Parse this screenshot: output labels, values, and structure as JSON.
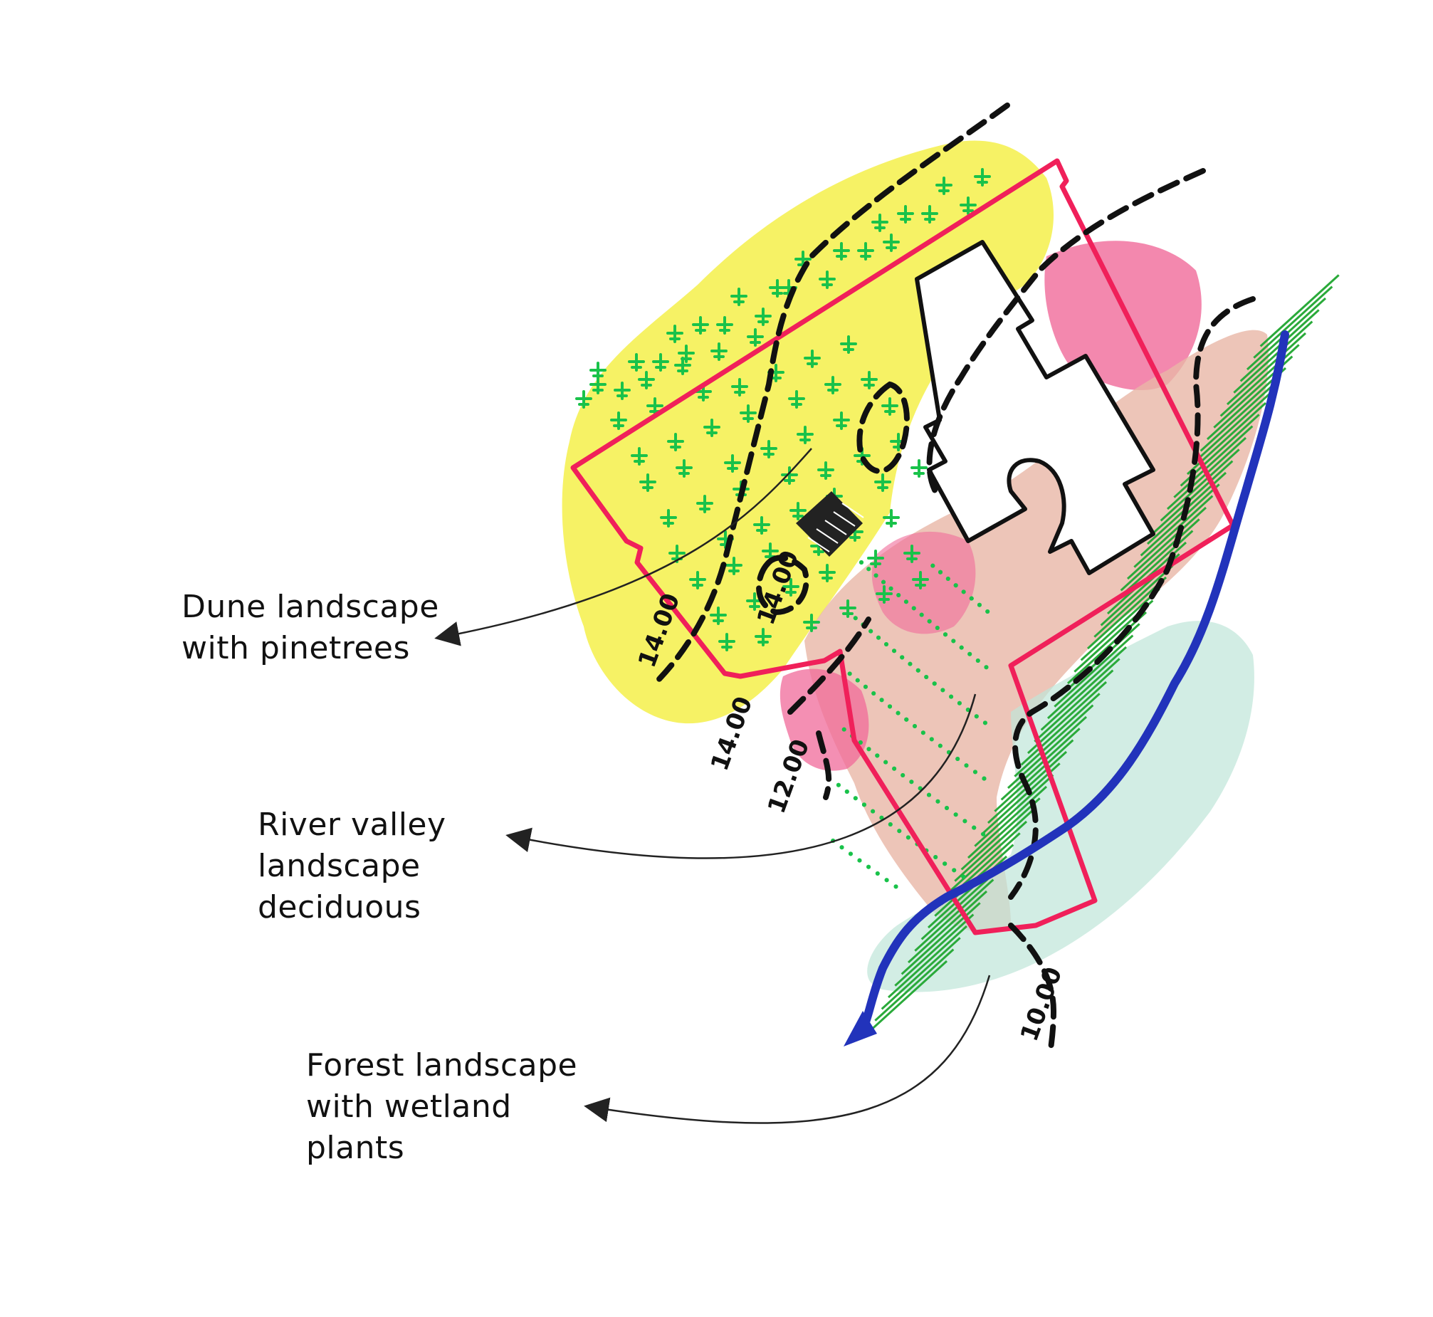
{
  "labels": {
    "dune": [
      "Dune landscape",
      "with pinetrees"
    ],
    "river": [
      "River valley",
      "landscape",
      "deciduous"
    ],
    "forest": [
      "Forest landscape",
      "with wetland",
      "plants"
    ]
  },
  "contours": {
    "c1": "14.00",
    "c2": "14.00",
    "c3": "14.00",
    "c4": "12.00",
    "c5": "10.00"
  },
  "colors": {
    "dune_fill": "#f5f04a",
    "site_boundary": "#f0205a",
    "building_outline": "#111111",
    "pine_tree": "#19c24a",
    "pink_zone": "#f06a9a",
    "valley_fill": "#e9b6a6",
    "wetland_fill": "#bfe6d8",
    "forest_hatch": "#2aaa3a",
    "river": "#2233bb",
    "contour_line": "#111111"
  }
}
